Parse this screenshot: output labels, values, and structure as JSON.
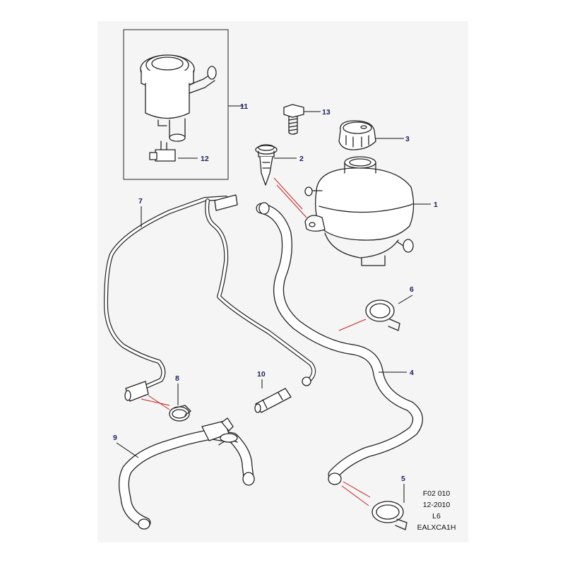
{
  "callouts": {
    "c1": "1",
    "c2": "2",
    "c3": "3",
    "c4": "4",
    "c5": "5",
    "c6": "6",
    "c7": "7",
    "c8": "8",
    "c9": "9",
    "c10": "10",
    "c11": "11",
    "c12": "12",
    "c13": "13"
  },
  "reference": {
    "code": "F02 010",
    "date": "12-2010",
    "level": "L6",
    "id": "EALXCA1H"
  },
  "colors": {
    "leader_black": "#111111",
    "leader_red": "#c41e1e",
    "callout_text": "#1a1f5c",
    "background": "#f5f5f5",
    "part_stroke": "#222222"
  }
}
